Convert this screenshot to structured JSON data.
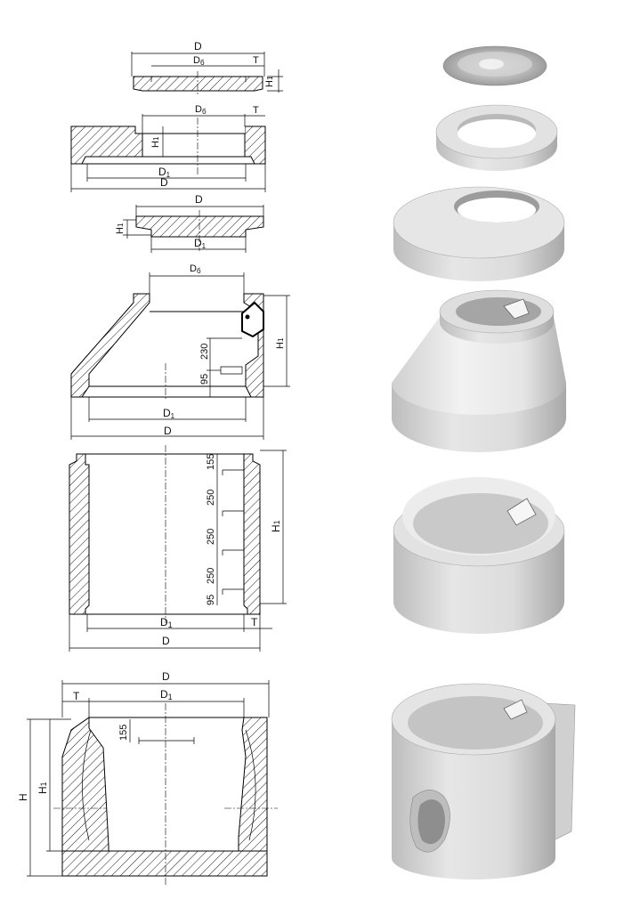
{
  "components": [
    {
      "id": "cover",
      "labels": {
        "D": "D",
        "Ds": "D",
        "Ds_sub": "б",
        "T": "T",
        "H1": "H",
        "H1_sub": "1"
      }
    },
    {
      "id": "support-ring",
      "labels": {
        "Ds": "D",
        "Ds_sub": "б",
        "T": "T",
        "H1": "H",
        "H1_sub": "1",
        "D1": "D",
        "D1_sub": "1",
        "D": "D"
      }
    },
    {
      "id": "plate",
      "labels": {
        "D": "D",
        "H1": "H",
        "H1_sub": "1",
        "D1": "D",
        "D1_sub": "1"
      }
    },
    {
      "id": "cone",
      "labels": {
        "Ds": "D",
        "Ds_sub": "б",
        "H1": "H",
        "H1_sub": "1",
        "dim_230": "230",
        "dim_95": "95",
        "D1": "D",
        "D1_sub": "1",
        "D": "D"
      }
    },
    {
      "id": "ring",
      "labels": {
        "dim_155": "155",
        "dim_250a": "250",
        "dim_250b": "250",
        "dim_250c": "250",
        "dim_95": "95",
        "H1": "H",
        "H1_sub": "1",
        "D1": "D",
        "D1_sub": "1",
        "T": "T",
        "D": "D"
      }
    },
    {
      "id": "base",
      "labels": {
        "D": "D",
        "T": "T",
        "D1": "D",
        "D1_sub": "1",
        "dim_155": "155",
        "H": "H",
        "H1": "H",
        "H1_sub": "1"
      }
    }
  ],
  "colors": {
    "line": "#000000",
    "render_light": "#e4e4e4",
    "render_mid": "#c9c9c9",
    "render_dark": "#9a9a9a"
  }
}
